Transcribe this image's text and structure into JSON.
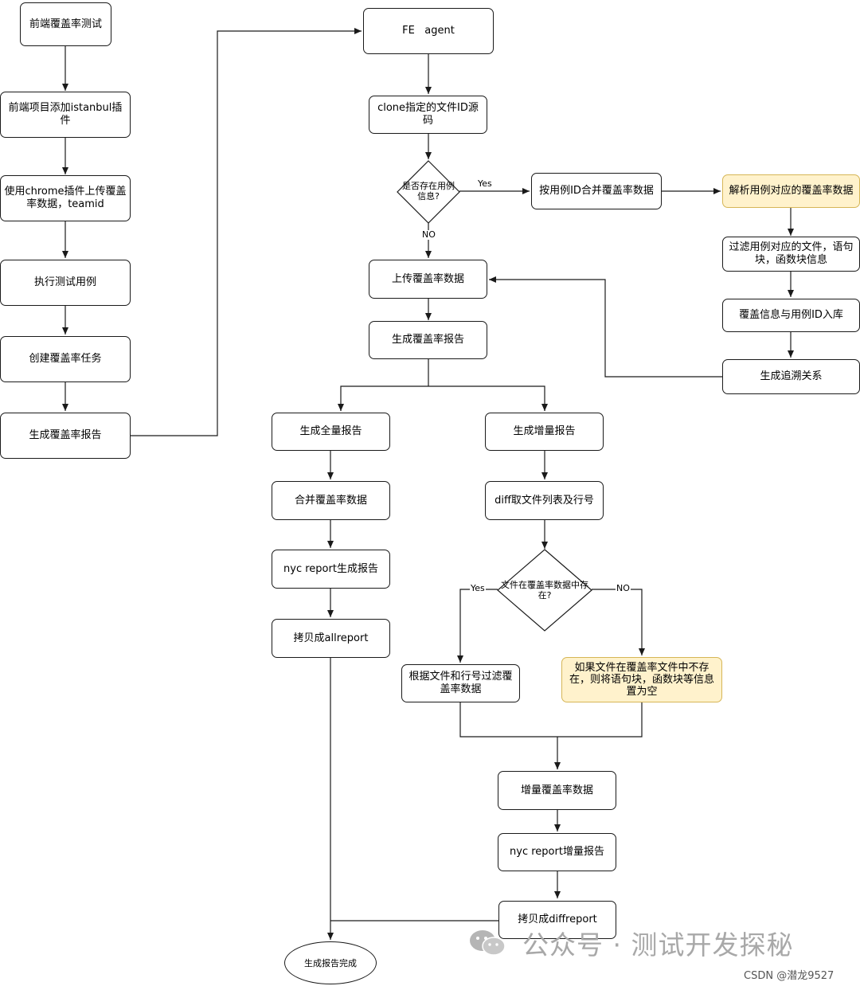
{
  "nodes": {
    "start_test": "前端覆盖率测试",
    "add_istanbul": "前端项目添加istanbul插件",
    "chrome_upload": "使用chrome插件上传覆盖率数据，teamid",
    "run_cases": "执行测试用例",
    "create_task": "创建覆盖率任务",
    "gen_report_left": "生成覆盖率报告",
    "fe_agent": "FE   agent",
    "clone_source": "clone指定的文件ID源码",
    "has_case_info": "是否存在用例信息?",
    "merge_by_case": "按用例ID合并覆盖率数据",
    "parse_case_cov": "解析用例对应的覆盖率数据",
    "filter_case_files": "过滤用例对应的文件，语句块，函数块信息",
    "save_case_id": "覆盖信息与用例ID入库",
    "gen_trace": "生成追溯关系",
    "upload_cov": "上传覆盖率数据",
    "gen_report_mid": "生成覆盖率报告",
    "gen_full": "生成全量报告",
    "gen_incr": "生成增量报告",
    "merge_cov": "合并覆盖率数据",
    "diff_files": "diff取文件列表及行号",
    "nyc_full": "nyc report生成报告",
    "file_exists": "文件在覆盖率数据中存在?",
    "copy_all": "拷贝成allreport",
    "filter_by_lines": "根据文件和行号过滤覆盖率数据",
    "empty_if_missing": "如果文件在覆盖率文件中不存在，则将语句块，函数块等信息置为空",
    "incr_cov": "增量覆盖率数据",
    "nyc_incr": "nyc report增量报告",
    "copy_diff": "拷贝成diffreport",
    "done": "生成报告完成"
  },
  "edge_labels": {
    "yes1": "Yes",
    "no1": "NO",
    "yes2": "Yes",
    "no2": "NO"
  },
  "watermark": {
    "text": "公众号 · 测试开发探秘",
    "csdn": "CSDN @潜龙9527"
  },
  "colors": {
    "highlight_fill": "#fff2cc",
    "highlight_border": "#d6b656",
    "line": "#1a1a1a"
  }
}
